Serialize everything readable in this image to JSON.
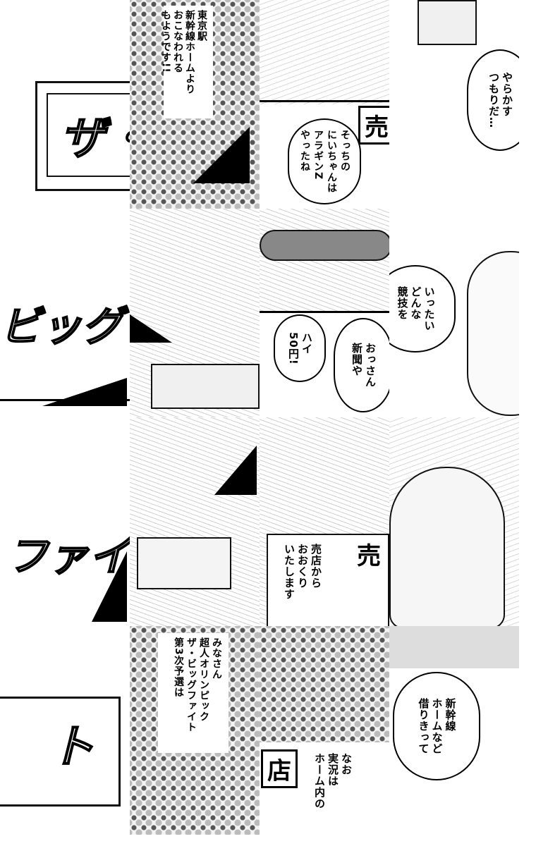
{
  "signs": {
    "the": "ザ・",
    "big": "ビッグ",
    "fai": "ファイ",
    "to": "ト",
    "bai": "売",
    "bai2": "売",
    "ten": "店"
  },
  "dialogue": {
    "tokyo": "東京駅\n新幹線ホームより\nおこなわれる\nもようです!!",
    "aragin": "そっちの\nにいちゃんは\nアラギンZ\nやったね",
    "yarakasu": "やらかす\nつもりだ…",
    "kyougi": "いったい\nどんな\n競技を",
    "ossan": "おっさん\n新聞や",
    "hai": "ハイ\n50円!",
    "baiten": "売店から\nおおくり\nいたします",
    "minasan": "みなさん\n超人オリンピック\nザ・ビッグファイト\n第3次予選は",
    "nao": "なお\n実況は\nホーム内の",
    "shinkansen": "新幹線\nホームなど\n借りきって"
  }
}
